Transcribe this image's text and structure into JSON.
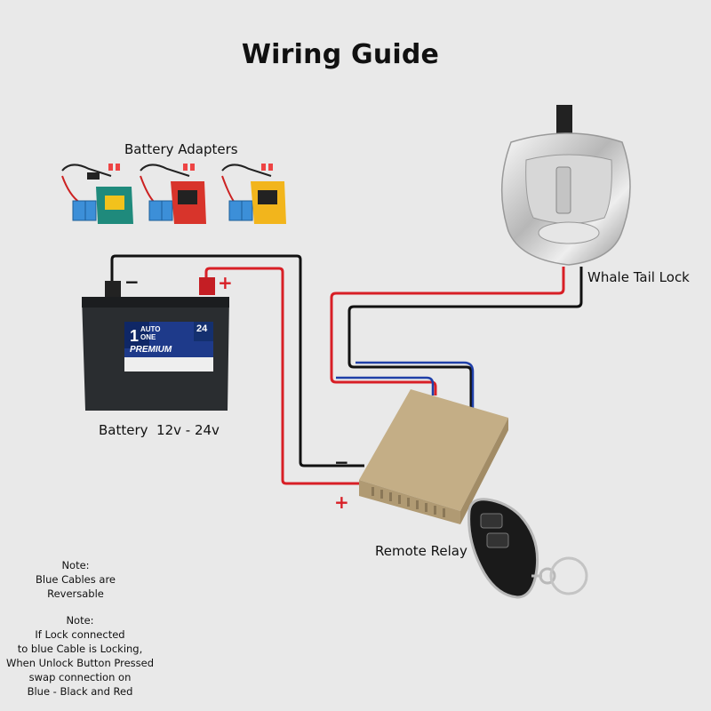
{
  "title": "Wiring Guide",
  "labels": {
    "battery_adapters": "Battery Adapters",
    "whale_tail_lock": "Whale Tail Lock",
    "battery": "Battery  12v - 24v",
    "remote_relay": "Remote Relay"
  },
  "battery_brand": {
    "logo_number": "1",
    "logo_word_top": "AUTO",
    "logo_word_bottom": "ONE",
    "product": "PREMIUM",
    "months": "24"
  },
  "terminal_signs": {
    "battery_negative": "−",
    "battery_positive": "+",
    "relay_negative": "−",
    "relay_positive": "+"
  },
  "notes": [
    {
      "heading": "Note:",
      "lines": [
        "Blue Cables are",
        "Reversable"
      ]
    },
    {
      "heading": "Note:",
      "lines": [
        "If Lock connected",
        "to blue Cable is Locking,",
        "When Unlock Button Pressed",
        "swap connection on",
        "Blue - Black and Red"
      ]
    }
  ],
  "colors": {
    "background": "#e9e9e9",
    "wire_red": "#d81f26",
    "wire_black": "#111111",
    "wire_blue": "#1f3fa8",
    "relay_body": "#c9b48e",
    "adapter_teal": "#1f8a7c",
    "adapter_red": "#d8342b",
    "adapter_yellow": "#f2b51c",
    "connector_blue": "#3c8fd8"
  },
  "icons": [
    "battery-adapter-icon",
    "whale-tail-lock-icon",
    "car-battery-icon",
    "remote-relay-icon",
    "key-fob-icon"
  ]
}
